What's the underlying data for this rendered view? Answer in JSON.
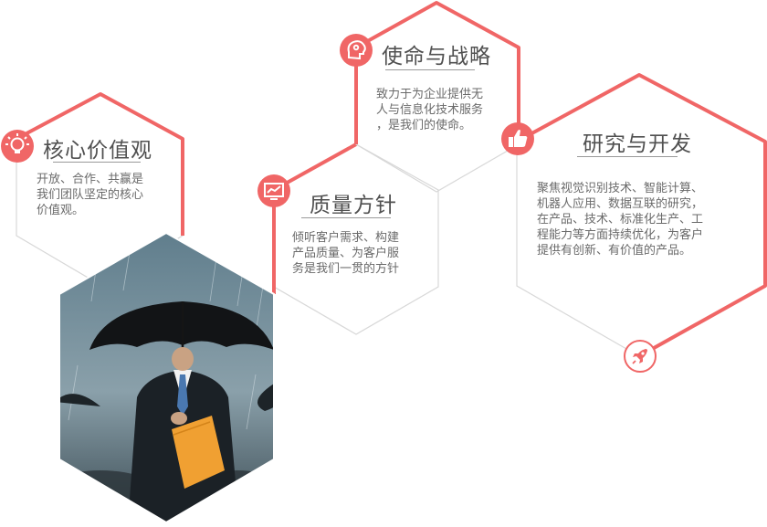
{
  "colors": {
    "accent": "#f06666",
    "outline": "#d8d8d8",
    "title": "#505050",
    "body_text": "#6a6a6a"
  },
  "photo": {
    "subject": "businessman in suit holding black umbrella in rain with orange folder"
  },
  "cards": [
    {
      "id": "core-values",
      "title": "核心价值观",
      "icon": "lightbulb-icon",
      "lines": [
        "开放、合作、共赢是",
        "我们团队坚定的核心",
        "价值观。"
      ]
    },
    {
      "id": "mission-strategy",
      "title": "使命与战略",
      "icon": "brain-gear-icon",
      "lines": [
        "致力于为企业提供无",
        "人与信息化技术服务",
        "，是我们的使命。"
      ]
    },
    {
      "id": "quality-policy",
      "title": "质量方针",
      "icon": "trend-chart-icon",
      "lines": [
        "倾听客户需求、构建",
        "产品质量、为客户服",
        "务是我们一贯的方针"
      ]
    },
    {
      "id": "research-development",
      "title": "研究与开发",
      "icon": "thumbs-up-icon",
      "lines": [
        "聚焦视觉识别技术、智能计算、",
        "机器人应用、数据互联的研究，",
        "在产品、技术、标准化生产、工",
        "程能力等方面持续优化，为客户",
        "提供有创新、有价值的产品。"
      ]
    }
  ],
  "footer_icon": "rocket-icon"
}
